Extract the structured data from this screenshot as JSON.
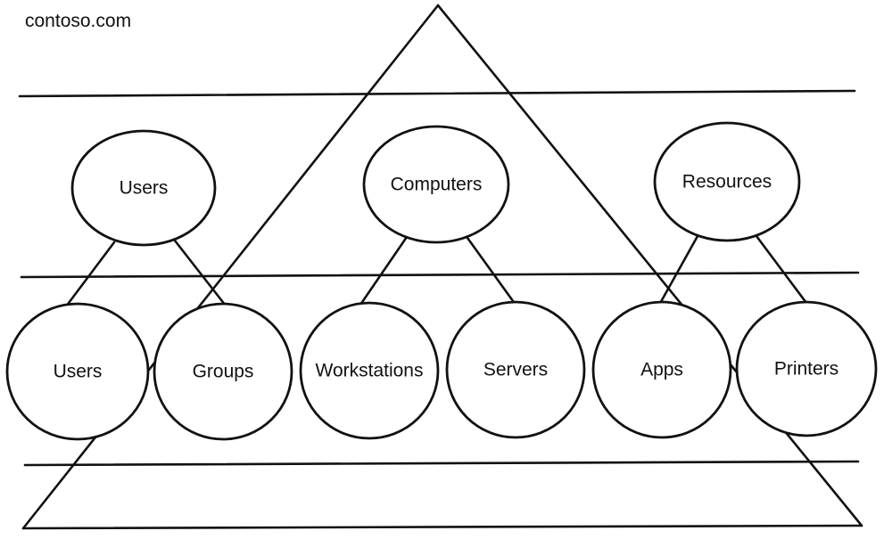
{
  "domain_label": "contoso.com",
  "top_level": {
    "users": "Users",
    "computers": "Computers",
    "resources": "Resources"
  },
  "sub_level": {
    "users": "Users",
    "groups": "Groups",
    "workstations": "Workstations",
    "servers": "Servers",
    "apps": "Apps",
    "printers": "Printers"
  }
}
